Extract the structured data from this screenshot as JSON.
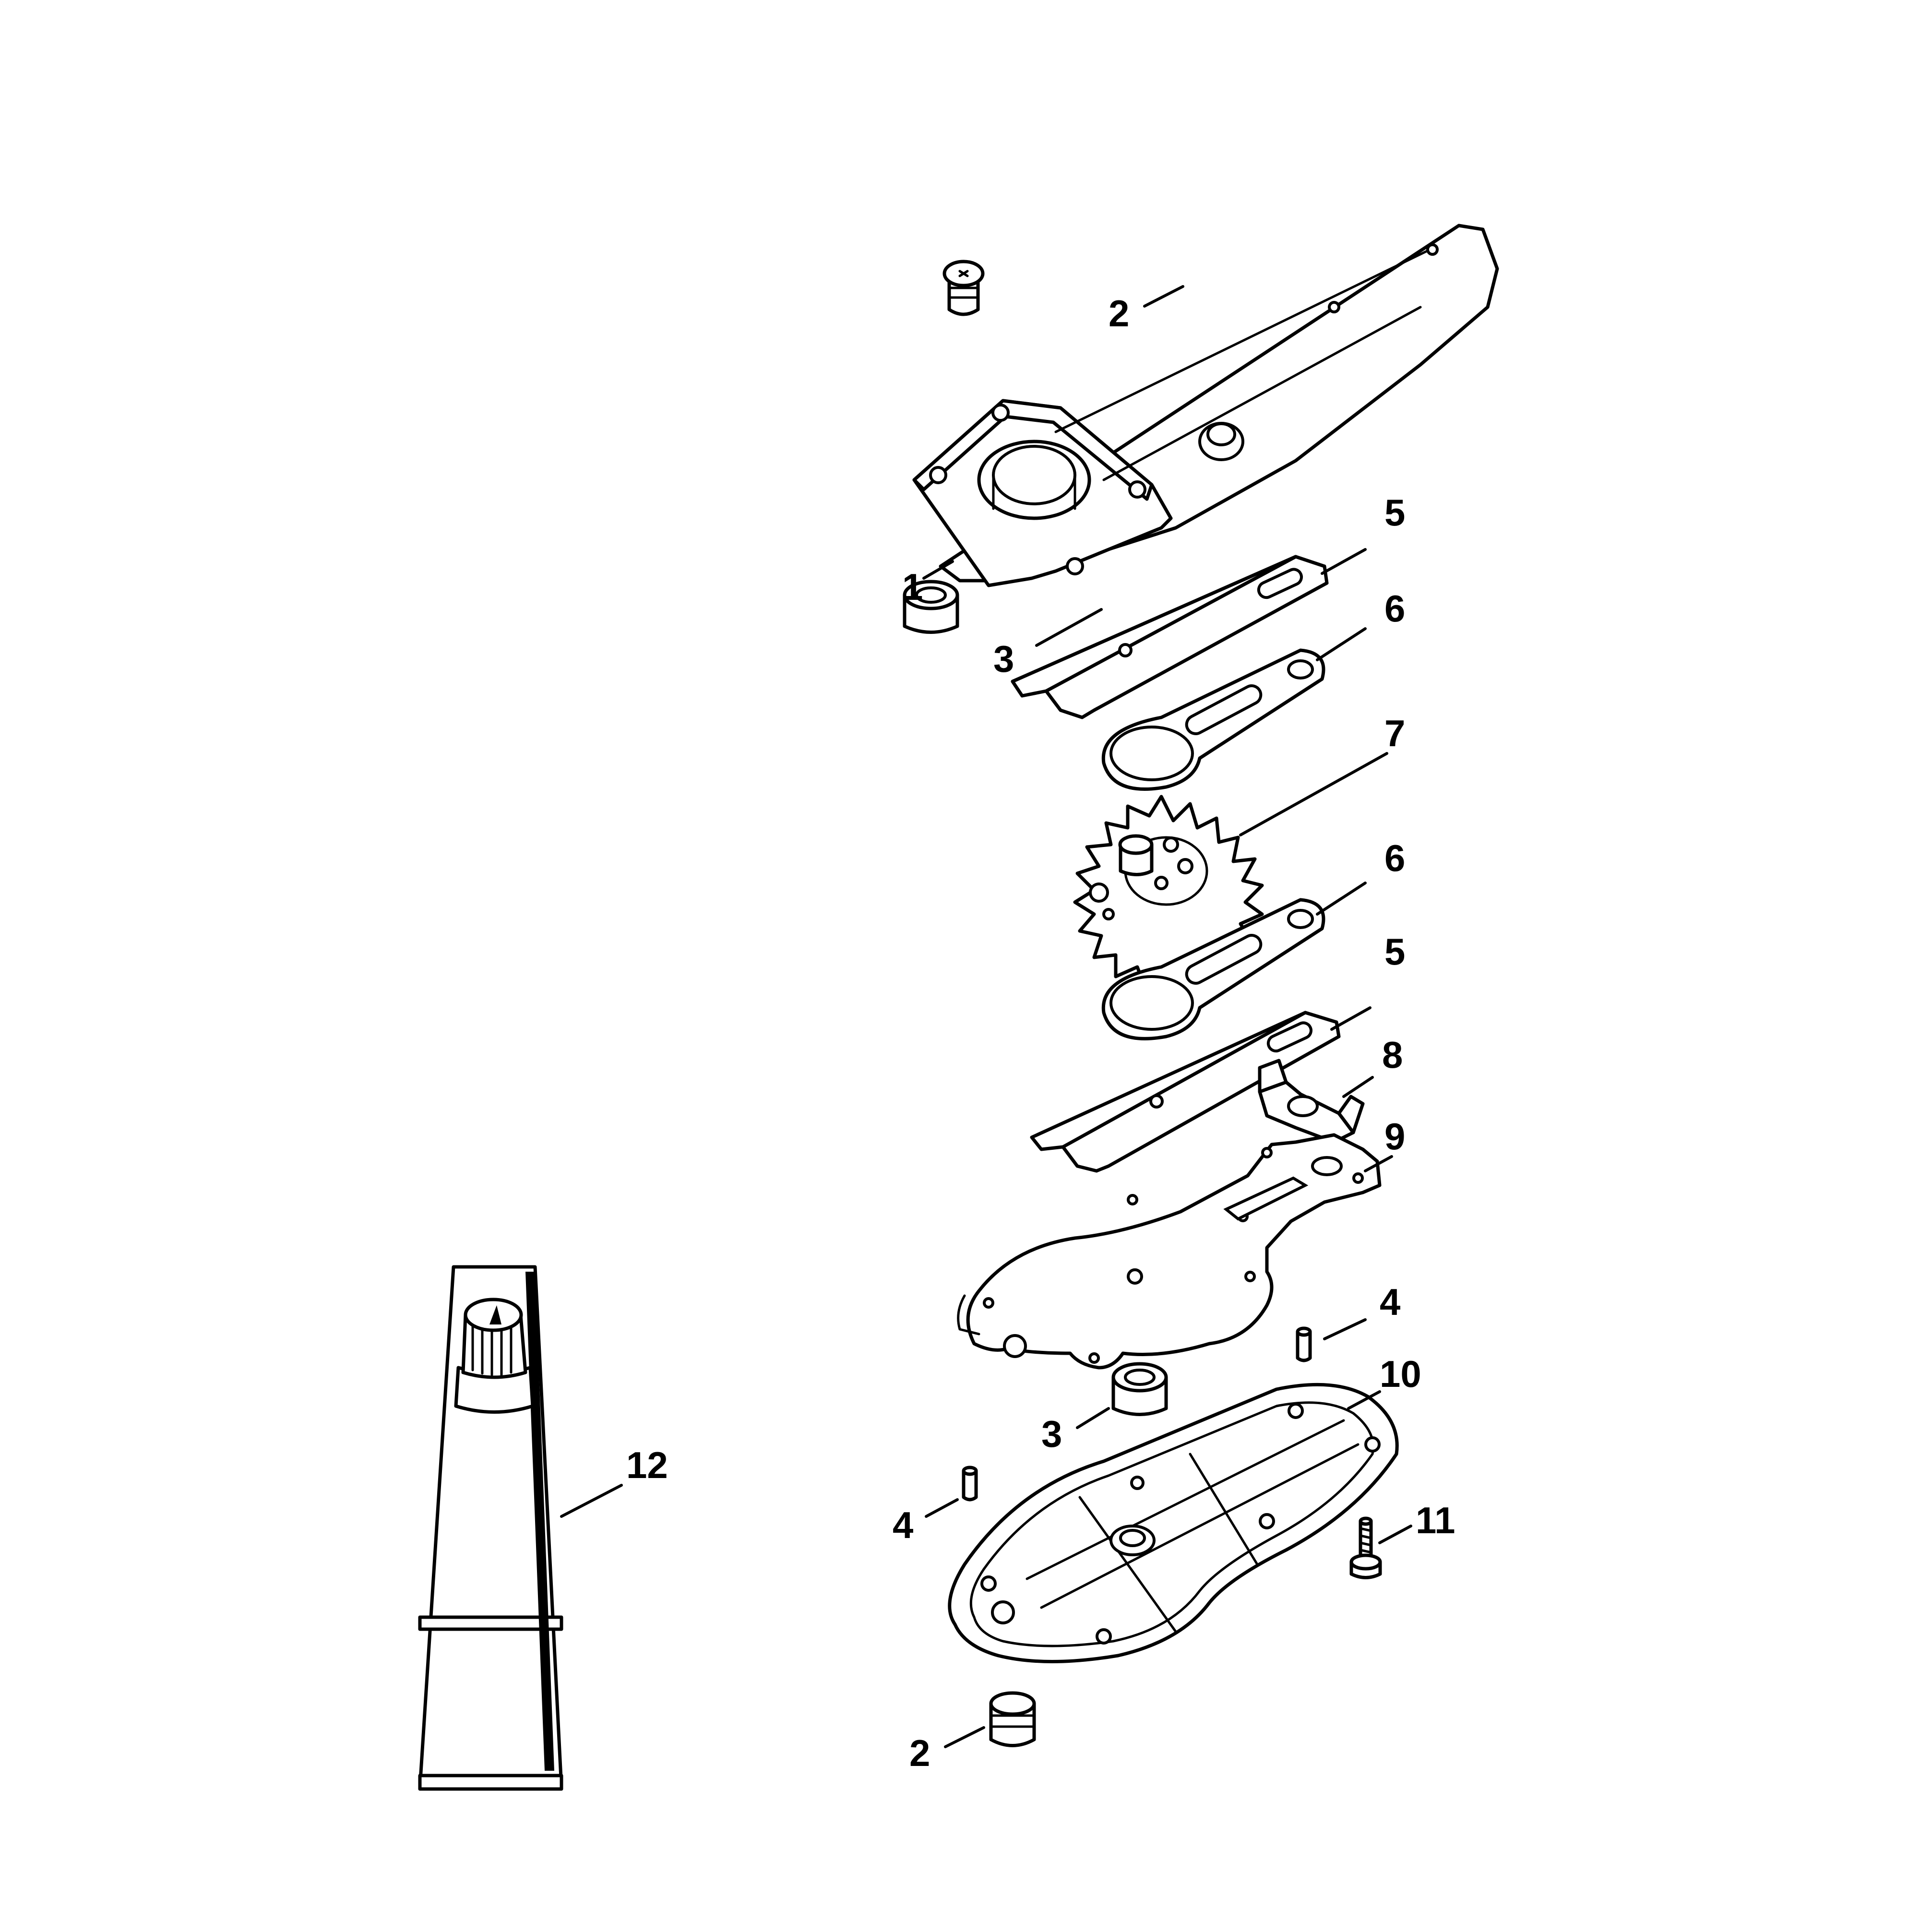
{
  "diagram": {
    "callouts": [
      {
        "id": "c2a",
        "text": "2"
      },
      {
        "id": "c1",
        "text": "1"
      },
      {
        "id": "c5a",
        "text": "5"
      },
      {
        "id": "c3a",
        "text": "3"
      },
      {
        "id": "c6a",
        "text": "6"
      },
      {
        "id": "c7",
        "text": "7"
      },
      {
        "id": "c6b",
        "text": "6"
      },
      {
        "id": "c5b",
        "text": "5"
      },
      {
        "id": "c8",
        "text": "8"
      },
      {
        "id": "c9",
        "text": "9"
      },
      {
        "id": "c4a",
        "text": "4"
      },
      {
        "id": "c10",
        "text": "10"
      },
      {
        "id": "c3b",
        "text": "3"
      },
      {
        "id": "c12",
        "text": "12"
      },
      {
        "id": "c4b",
        "text": "4"
      },
      {
        "id": "c11",
        "text": "11"
      },
      {
        "id": "c2b",
        "text": "2"
      }
    ]
  }
}
